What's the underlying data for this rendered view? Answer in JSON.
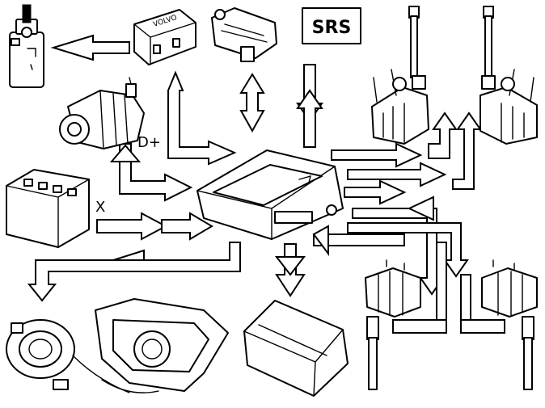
{
  "labels": {
    "srs": "SRS",
    "d_plus": "D+",
    "x": "X",
    "tag_volvo": "VOLVO"
  },
  "components": [
    {
      "id": "ignition-switch",
      "name": "ignition-switch"
    },
    {
      "id": "relay-module",
      "name": "relay-module"
    },
    {
      "id": "diagnostic-connector",
      "name": "diagnostic-connector"
    },
    {
      "id": "srs-warning-lamp",
      "name": "srs-warning-lamp"
    },
    {
      "id": "seatbelt-pretensioner-front-left",
      "name": "seatbelt-pretensioner"
    },
    {
      "id": "seatbelt-pretensioner-front-right",
      "name": "seatbelt-pretensioner"
    },
    {
      "id": "alternator",
      "name": "alternator"
    },
    {
      "id": "battery",
      "name": "battery"
    },
    {
      "id": "srs-control-module",
      "name": "srs-control-module"
    },
    {
      "id": "clock-spring",
      "name": "clock-spring"
    },
    {
      "id": "steering-wheel-airbag",
      "name": "steering-wheel-airbag"
    },
    {
      "id": "passenger-airbag",
      "name": "passenger-airbag"
    },
    {
      "id": "seatbelt-pretensioner-rear-left",
      "name": "seatbelt-pretensioner"
    },
    {
      "id": "seatbelt-pretensioner-rear-right",
      "name": "seatbelt-pretensioner"
    }
  ]
}
